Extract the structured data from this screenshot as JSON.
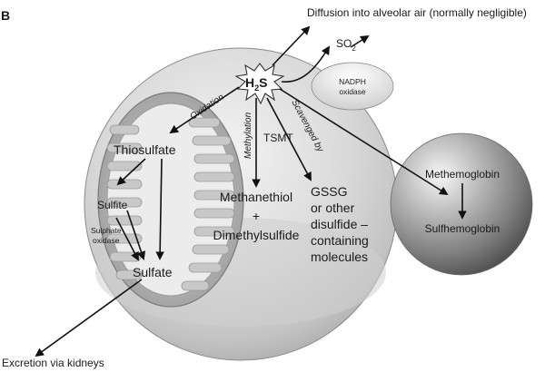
{
  "panel_letter": "B",
  "labels": {
    "diffusion": "Diffusion into alveolar air (normally negligible)",
    "so2_main": "SO",
    "so2_sub": "2",
    "h2s_h": "H",
    "h2s_sub": "2",
    "h2s_s": "S",
    "nadph_line1": "NADPH",
    "nadph_line2": "oxidase",
    "oxidation": "Oxidation",
    "methylation": "Methylation",
    "tsmt": "TSMT",
    "scavenged_by": "Scavenged by",
    "thiosulfate": "Thiosulfate",
    "sulfite": "Sulfite",
    "sulphate_line1": "Sulphate",
    "sulphate_line2": "oxidase",
    "sulfate": "Sulfate",
    "methanethiol": "Methanethiol",
    "plus": "+",
    "dimethylsulfide": "Dimethylsulfide",
    "gssg_lines": [
      "GSSG",
      "or other",
      "disulfide –",
      "containing",
      "molecules"
    ],
    "methemoglobin": "Methemoglobin",
    "sulfhemoglobin": "Sulfhemoglobin",
    "excretion": "Excretion via kidneys"
  }
}
